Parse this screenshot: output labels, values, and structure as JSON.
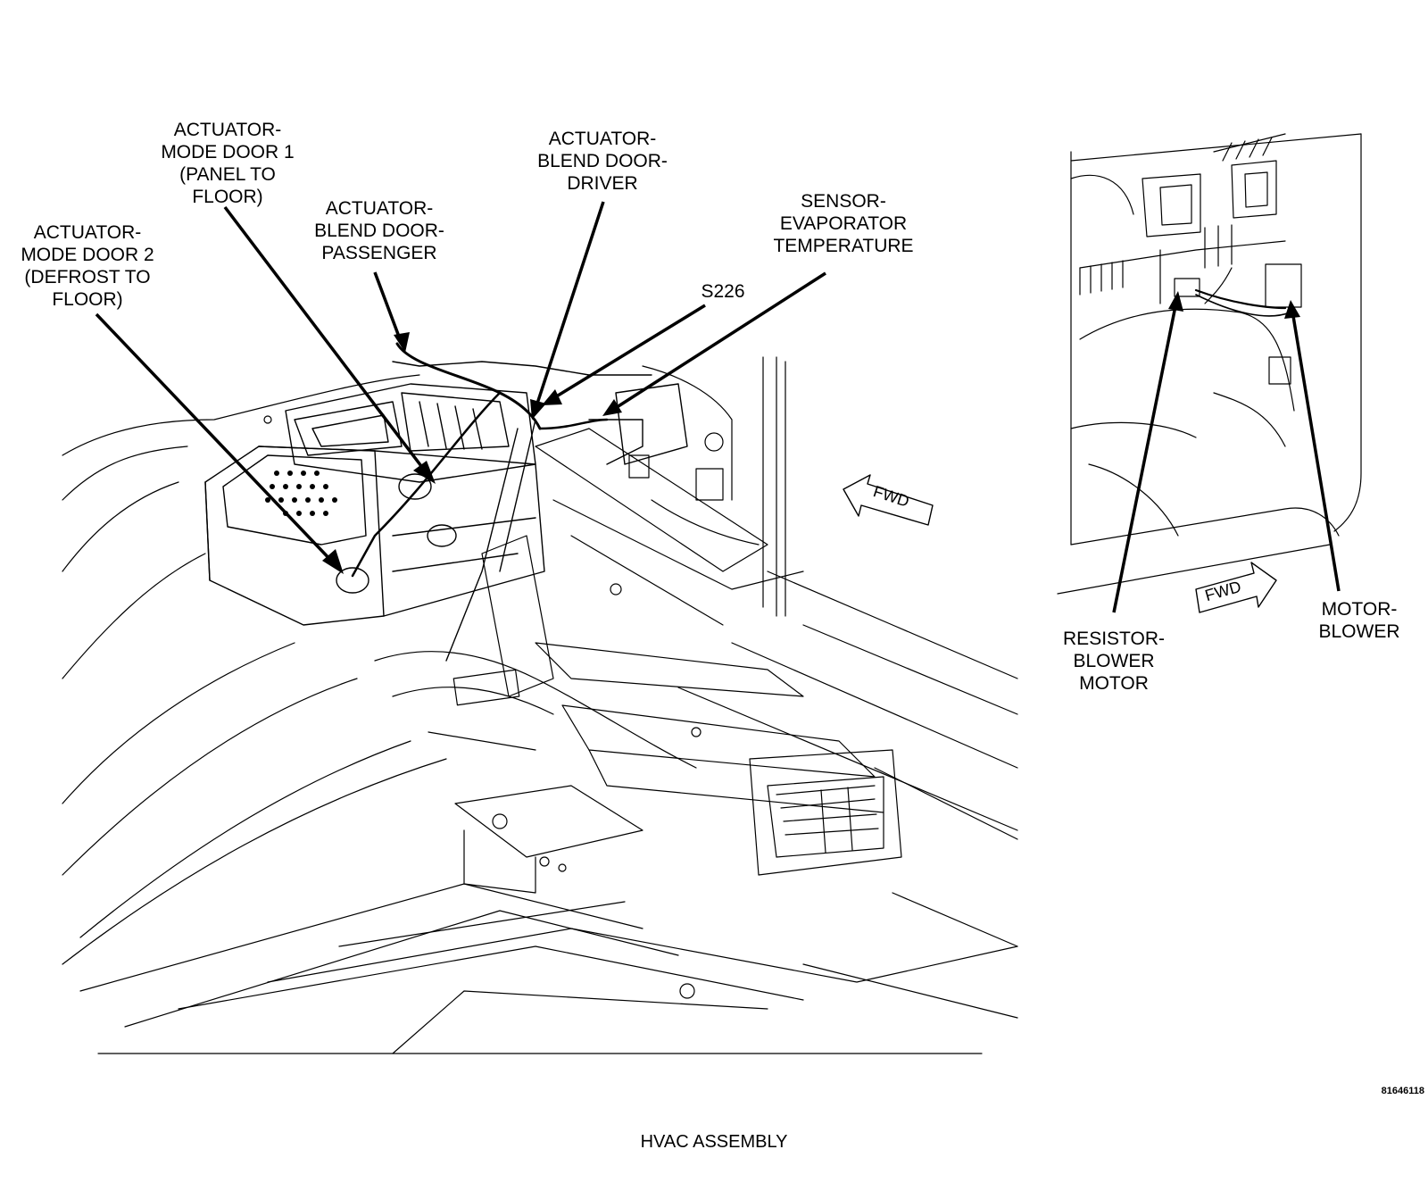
{
  "diagram": {
    "caption": "HVAC ASSEMBLY",
    "part_code": "81646118",
    "fwd_label": "FWD",
    "callouts": {
      "mode_door_1": [
        "ACTUATOR-",
        "MODE DOOR 1",
        "(PANEL TO",
        "FLOOR)"
      ],
      "mode_door_2": [
        "ACTUATOR-",
        "MODE DOOR 2",
        "(DEFROST TO",
        "FLOOR)"
      ],
      "blend_passenger": [
        "ACTUATOR-",
        "BLEND DOOR-",
        "PASSENGER"
      ],
      "blend_driver": [
        "ACTUATOR-",
        "BLEND DOOR-",
        "DRIVER"
      ],
      "evap_sensor": [
        "SENSOR-",
        "EVAPORATOR",
        "TEMPERATURE"
      ],
      "splice": [
        "S226"
      ],
      "resistor": [
        "RESISTOR-",
        "BLOWER",
        "MOTOR"
      ],
      "motor": [
        "MOTOR-",
        "BLOWER"
      ]
    }
  }
}
